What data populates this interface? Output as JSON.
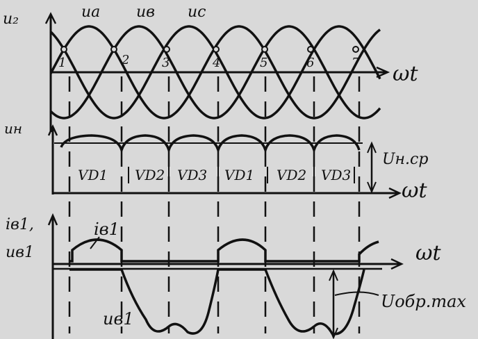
{
  "colors": {
    "paper": "#d9d9d9",
    "ink": "#111111"
  },
  "panel_top": {
    "y_label": "u₂",
    "x_label": "ωt",
    "phase_labels": [
      "ua",
      "uв",
      "uc"
    ],
    "crossing_labels": [
      "1",
      "2",
      "3",
      "4",
      "5",
      "6",
      "7"
    ]
  },
  "panel_mid": {
    "y_label": "uн",
    "x_label": "ωt",
    "avg_label": "Uн.ср",
    "segment_labels": [
      "VD1",
      "VD2",
      "VD3",
      "VD1",
      "VD2",
      "VD3"
    ]
  },
  "panel_bot": {
    "y_label_current": "iв1,",
    "y_label_voltage": "uв1",
    "x_label": "ωt",
    "current_label": "iв1",
    "voltage_label": "uв1",
    "reverse_max_label": "Uобр.max"
  }
}
